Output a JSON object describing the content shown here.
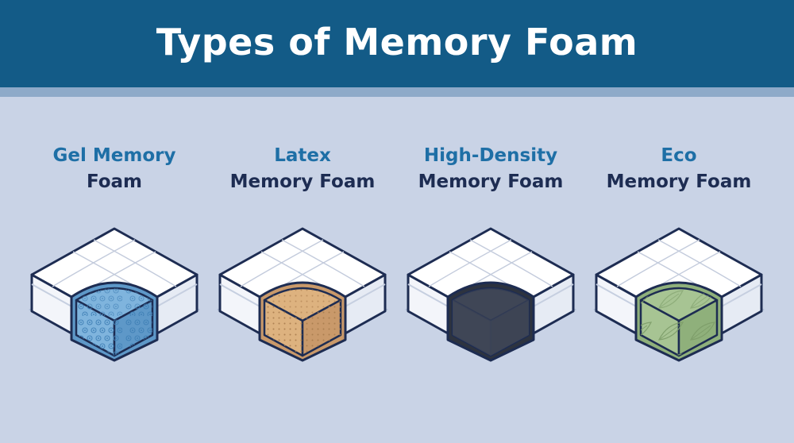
{
  "header": {
    "title": "Types of Memory Foam"
  },
  "colors": {
    "banner": "#135b87",
    "background": "#c9d3e6",
    "accent_text": "#1e6fa6",
    "dark_text": "#1d2c52"
  },
  "items": [
    {
      "line1": "Gel Memory",
      "line2": "Foam",
      "fill": "#7fb4dd",
      "fill_dark": "#5e98c8",
      "pattern": "swirl-dots",
      "icon": "gel-foam-mattress-icon"
    },
    {
      "line1": "Latex",
      "line2": "Memory Foam",
      "fill": "#ddb27f",
      "fill_dark": "#c9996a",
      "pattern": "pinholes",
      "icon": "latex-foam-mattress-icon"
    },
    {
      "line1": "High-Density",
      "line2": "Memory Foam",
      "fill": "#3f4656",
      "fill_dark": "#2d333f",
      "pattern": "none",
      "icon": "high-density-foam-mattress-icon"
    },
    {
      "line1": "Eco",
      "line2": "Memory Foam",
      "fill": "#a7c493",
      "fill_dark": "#8fb07b",
      "pattern": "leaves",
      "icon": "eco-foam-mattress-icon"
    }
  ]
}
